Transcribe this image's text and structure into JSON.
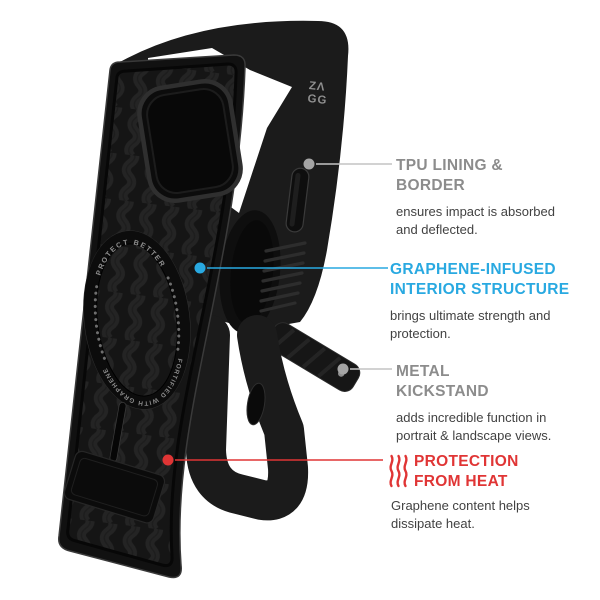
{
  "colors": {
    "gray_heading": "#8c8c8c",
    "blue": "#29a9e1",
    "red": "#e03535",
    "body_text": "#424242",
    "line_gray": "#c4c4c4",
    "dot_gray": "#a5a5a5",
    "case_black": "#161616",
    "ring_text_gray": "#909090"
  },
  "product": {
    "logo_line1": "ZΛ",
    "logo_line2": "GG",
    "ring_text_top": "PROTECT BETTER",
    "ring_text_bottom": "FORTIFIED WITH GRAPHENE"
  },
  "callouts": [
    {
      "id": "tpu-lining-border",
      "title_line1": "TPU LINING &",
      "title_line2": "BORDER",
      "desc_line1": "ensures impact is absorbed",
      "desc_line2": "and deflected.",
      "accent": "#8c8c8c"
    },
    {
      "id": "graphene-interior",
      "title_line1": "GRAPHENE-INFUSED",
      "title_line2": "INTERIOR STRUCTURE",
      "desc_line1": "brings ultimate strength and",
      "desc_line2": "protection.",
      "accent": "#29a9e1"
    },
    {
      "id": "metal-kickstand",
      "title_line1": "METAL",
      "title_line2": "KICKSTAND",
      "desc_line1": "adds incredible function in",
      "desc_line2": "portrait & landscape views.",
      "accent": "#8c8c8c"
    },
    {
      "id": "protection-from-heat",
      "title_line1": "PROTECTION",
      "title_line2": "FROM HEAT",
      "desc_line1": "Graphene content helps",
      "desc_line2": "dissipate heat.",
      "accent": "#e03535"
    }
  ]
}
